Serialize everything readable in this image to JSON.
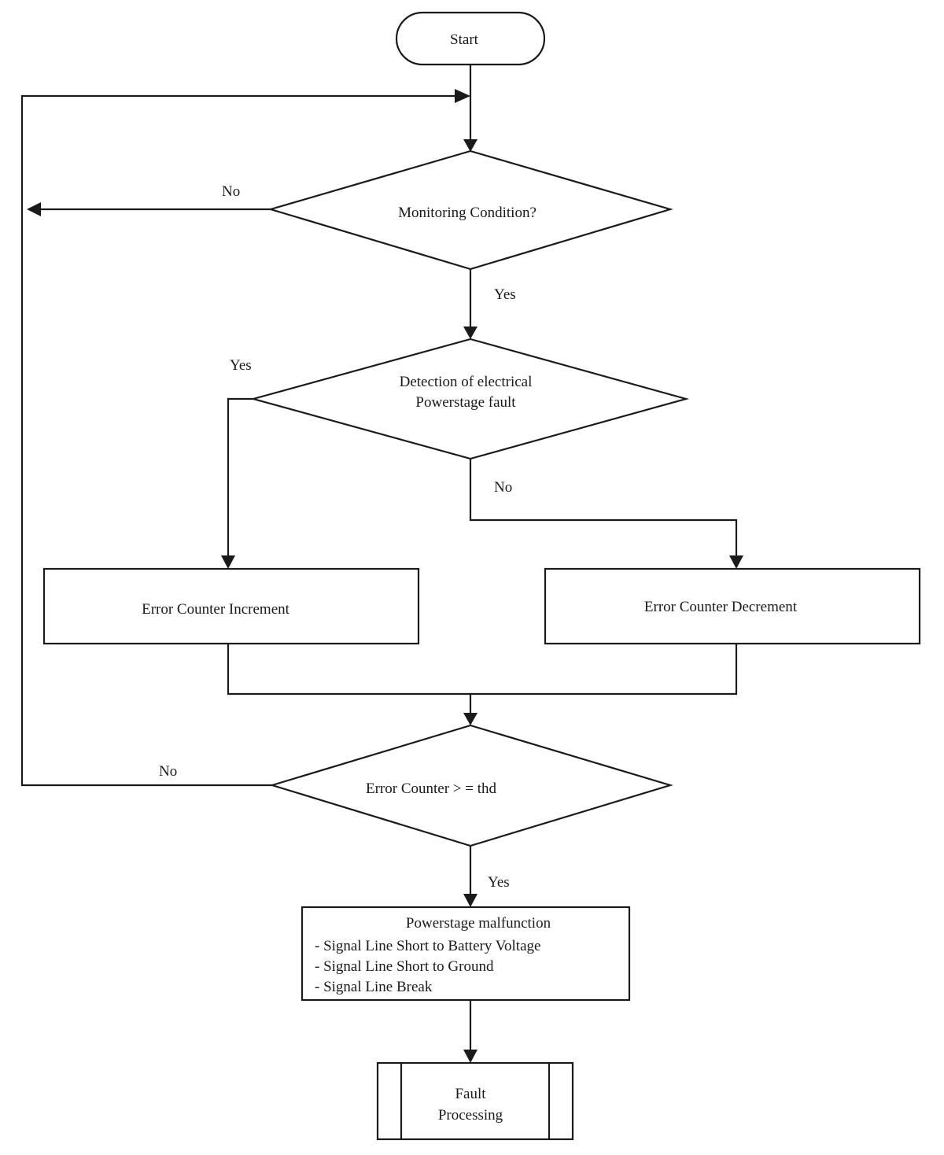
{
  "nodes": {
    "start": {
      "text": "Start"
    },
    "monitoring": {
      "text": "Monitoring Condition?"
    },
    "detection": {
      "line1": "Detection of electrical",
      "line2": "Powerstage fault"
    },
    "increment": {
      "text": "Error Counter Increment"
    },
    "decrement": {
      "text": "Error Counter Decrement"
    },
    "threshold": {
      "text": "Error Counter > = thd"
    },
    "malfunction": {
      "title": "Powerstage malfunction",
      "items": [
        "- Signal Line Short to Battery Voltage",
        "- Signal Line Short to Ground",
        "- Signal Line Break"
      ]
    },
    "fault": {
      "line1": "Fault",
      "line2": "Processing"
    }
  },
  "edges": {
    "monitoring_no": "No",
    "monitoring_yes": "Yes",
    "detection_yes": "Yes",
    "detection_no": "No",
    "threshold_no": "No",
    "threshold_yes": "Yes"
  }
}
